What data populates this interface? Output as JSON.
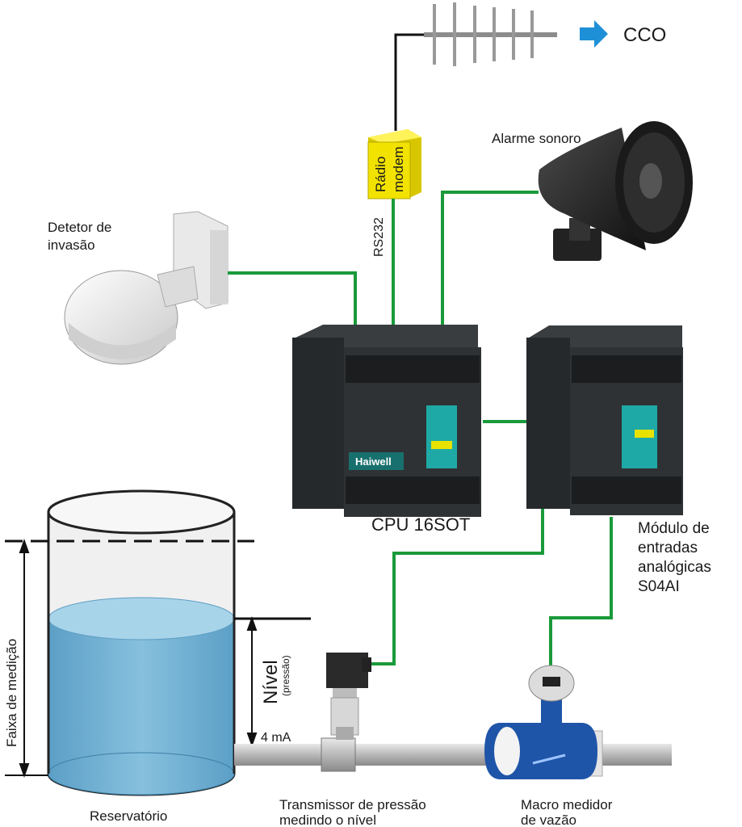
{
  "labels": {
    "cco": "CCO",
    "radio_modem_line1": "Rádio",
    "radio_modem_line2": "modem",
    "rs232": "RS232",
    "alarme": "Alarme sonoro",
    "detetor_line1": "Detetor de",
    "detetor_line2": "invasão",
    "cpu": "CPU 16SOT",
    "modulo_line1": "Módulo de",
    "modulo_line2": "entradas",
    "modulo_line3": "analógicas",
    "modulo_line4": "S04AI",
    "faixa": "Faixa de medição",
    "nivel": "Nível",
    "pressao": "(pressão)",
    "ma": "4 mA",
    "reservatorio": "Reservatório",
    "transmissor_line1": "Transmissor de pressão",
    "transmissor_line2": "medindo o nível",
    "macro_line1": "Macro medidor",
    "macro_line2": "de vazão",
    "brand": "Haiwell"
  },
  "colors": {
    "wire": "#1a9a3a",
    "water": "#7bb8d8",
    "modem": "#f2e200",
    "plc": "#2b2e30",
    "arrow": "#1e90d8",
    "meter": "#1f55a8"
  }
}
